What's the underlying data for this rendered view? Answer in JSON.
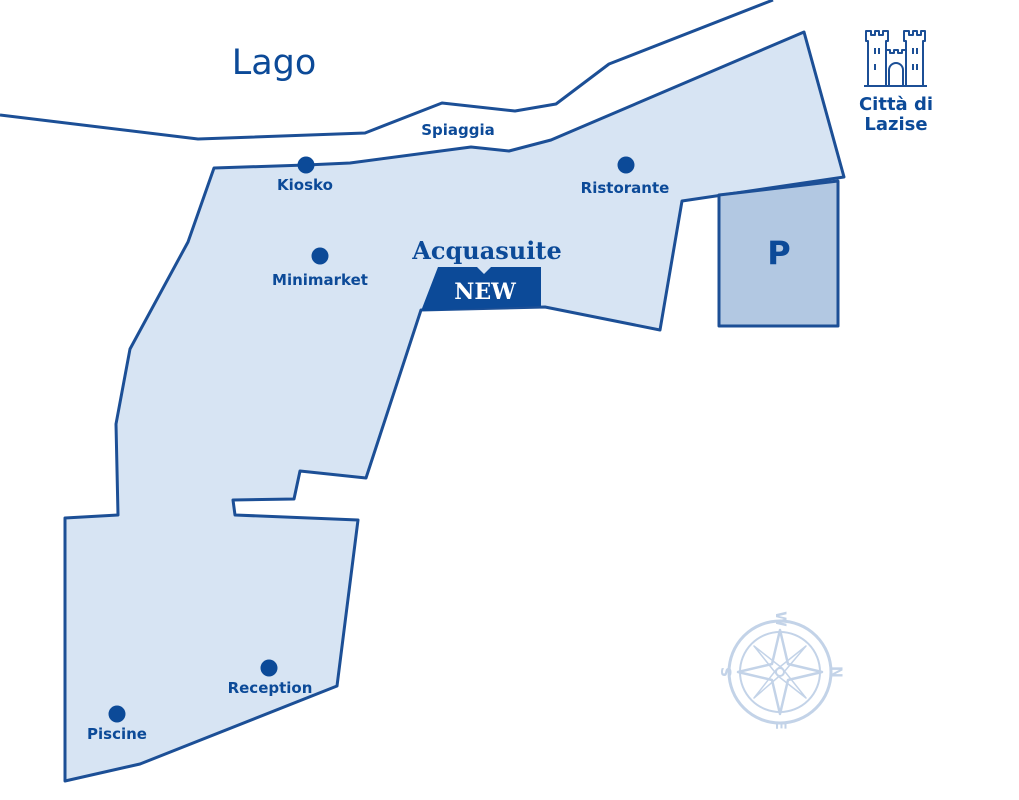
{
  "map": {
    "lake_label": "Lago",
    "beach_label": "Spiaggia",
    "colors": {
      "outline": "#1c4f96",
      "area_fill": "#d7e4f3",
      "parking_fill": "#b2c8e2",
      "badge_fill": "#0c4a98",
      "compass": "#c3d3e8"
    }
  },
  "highlight": {
    "title": "Acquasuite",
    "badge": "NEW"
  },
  "poi": [
    {
      "label": "Kiosko"
    },
    {
      "label": "Ristorante"
    },
    {
      "label": "Minimarket"
    },
    {
      "label": "Reception"
    },
    {
      "label": "Piscine"
    }
  ],
  "parking": {
    "label": "P"
  },
  "town": {
    "line1": "Città di",
    "line2": "Lazise",
    "icon": "castle-icon"
  },
  "compass": {
    "icon": "compass-rose-icon",
    "north": "N",
    "east": "E",
    "south": "S",
    "west": "W"
  }
}
